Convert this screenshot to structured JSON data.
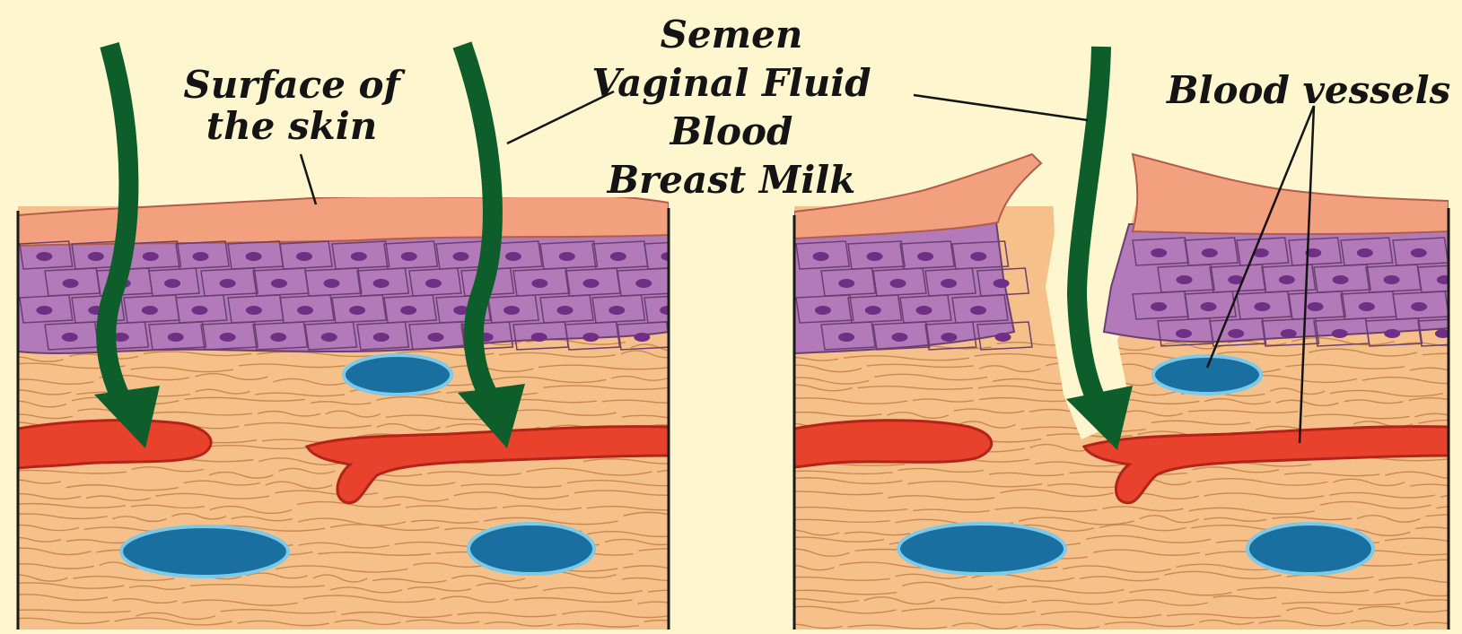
{
  "labels": {
    "surface_line1": "Surface of",
    "surface_line2": "the skin",
    "fluid_1": "Semen",
    "fluid_2": "Vaginal Fluid",
    "fluid_3": "Blood",
    "fluid_4": "Breast Milk",
    "vessels": "Blood vessels"
  },
  "panels": [
    {
      "name": "intact-skin"
    },
    {
      "name": "broken-skin"
    }
  ],
  "colors": {
    "background": "#fdf6cf",
    "dermis": "#f5c08a",
    "dermis_line": "#c9894e",
    "epidermis_top": "#f2a07d",
    "epidermis_cells": "#b27ab8",
    "cell_outline": "#6b3f72",
    "nucleus": "#6e2f84",
    "artery": "#e8412c",
    "artery_outline": "#b3231a",
    "vein": "#1a6fa1",
    "vein_outline": "#7cc9e8",
    "arrow": "#0d5e2a",
    "frame": "#1a1a1a"
  }
}
